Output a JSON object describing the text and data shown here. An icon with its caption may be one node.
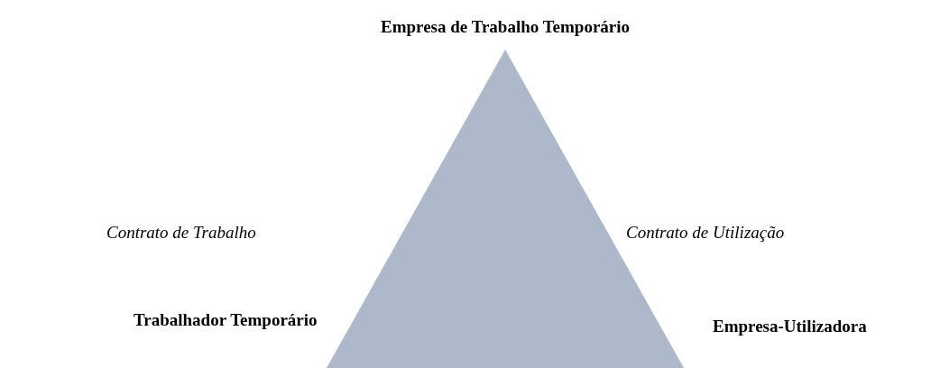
{
  "diagram": {
    "labels": [
      "Empresa de Trabalho Temporário",
      "Contrato de Trabalho",
      "Contrato de Utilização",
      "Trabalhador Temporário",
      "Empresa-Utilizadora"
    ]
  }
}
